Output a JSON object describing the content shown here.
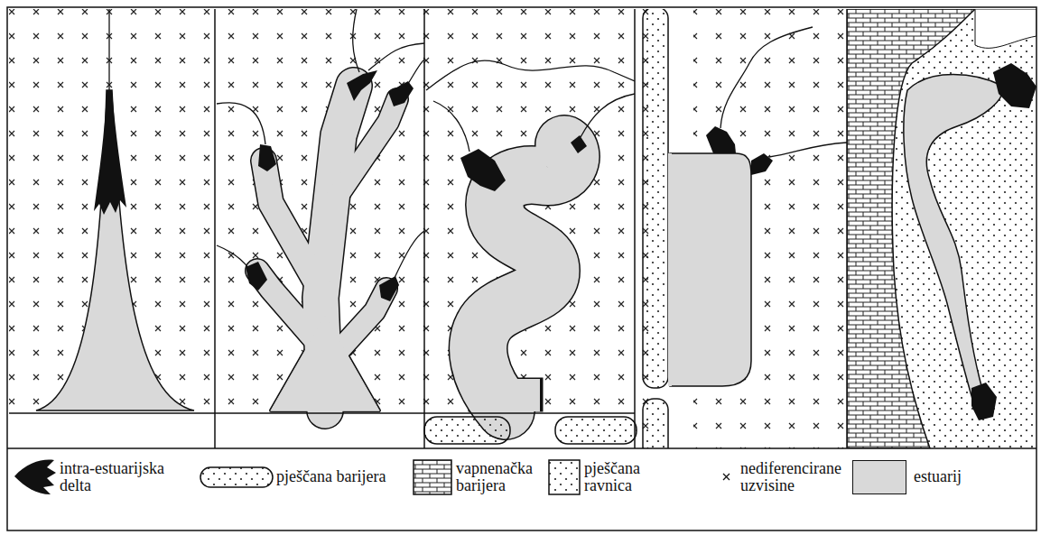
{
  "diagram": {
    "legend": [
      {
        "text": "intra-estuarijska delta"
      },
      {
        "text": "pješčana barijera"
      },
      {
        "text": "vapnenačka barijera"
      },
      {
        "text": "pješčana ravnica"
      },
      {
        "text": "nediferencirane uzvisine"
      },
      {
        "text": "estuarij",
        "color": "#d9d9d9"
      }
    ]
  }
}
